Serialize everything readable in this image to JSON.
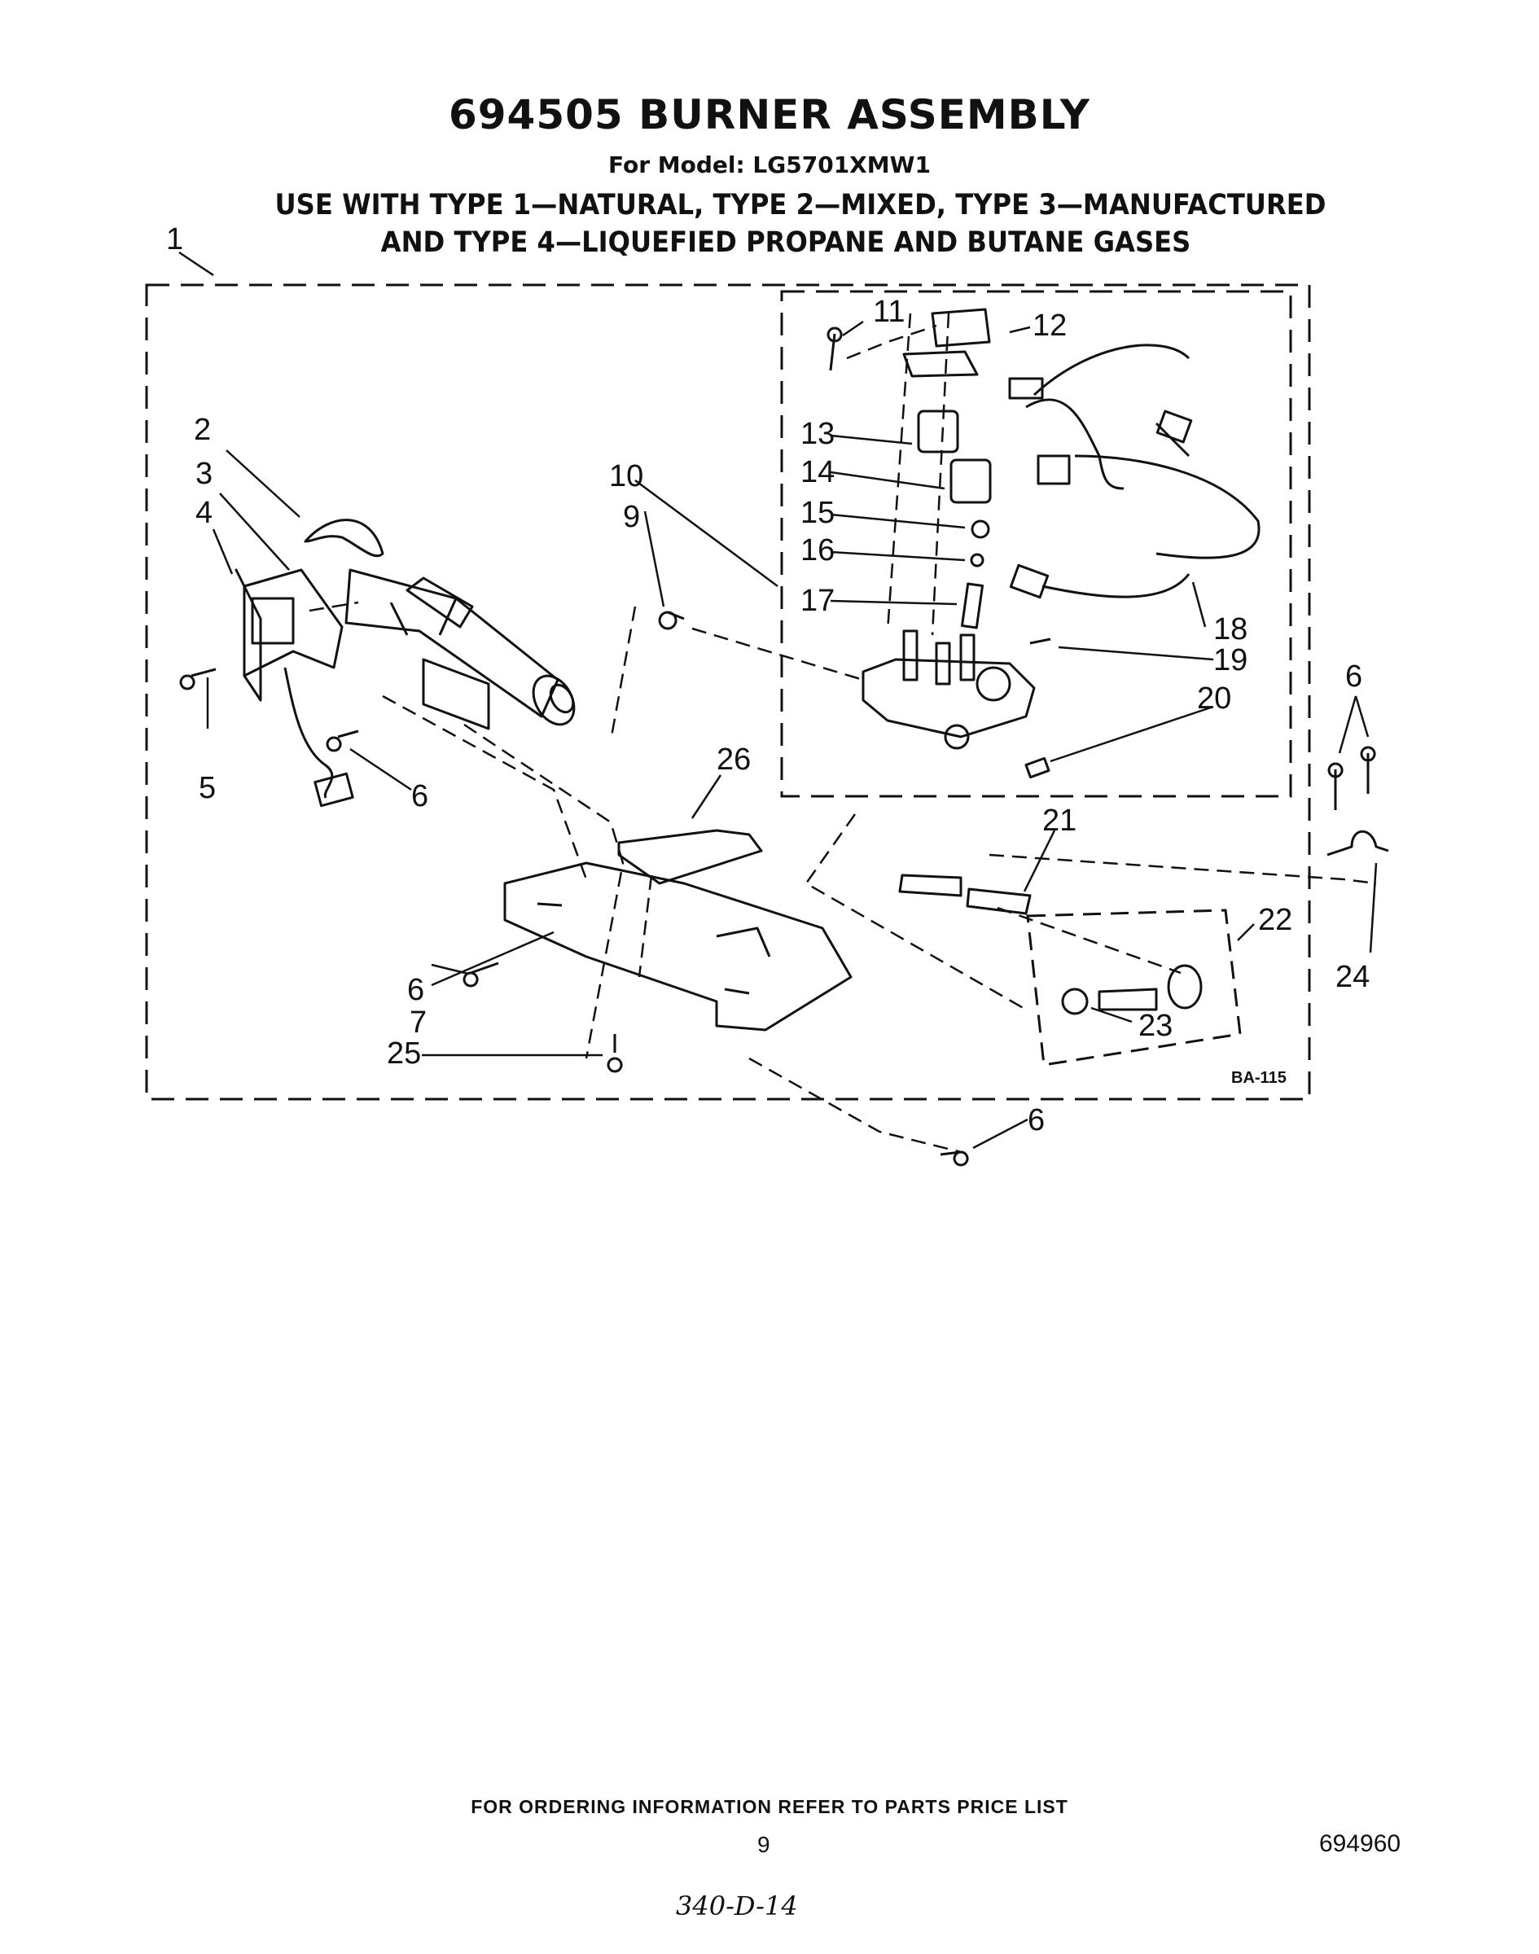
{
  "title": "694505 BURNER ASSEMBLY",
  "model_line": "For Model: LG5701XMW1",
  "usage_line_1": "USE WITH TYPE 1—NATURAL, TYPE 2—MIXED, TYPE 3—MANUFACTURED",
  "usage_line_2": "AND TYPE 4—LIQUEFIED PROPANE AND BUTANE GASES",
  "diagram": {
    "callouts": {
      "c1": "1",
      "c2": "2",
      "c3": "3",
      "c4": "4",
      "c5": "5",
      "c6a": "6",
      "c6b": "6",
      "c6c": "6",
      "c6d": "6",
      "c7": "7",
      "c9": "9",
      "c10": "10",
      "c11": "11",
      "c12": "12",
      "c13": "13",
      "c14": "14",
      "c15": "15",
      "c16": "16",
      "c17": "17",
      "c18": "18",
      "c19": "19",
      "c20": "20",
      "c21": "21",
      "c22": "22",
      "c23": "23",
      "c24": "24",
      "c25": "25",
      "c26": "26"
    },
    "figure_code": "BA-115"
  },
  "footer": "FOR ORDERING INFORMATION REFER TO PARTS PRICE LIST",
  "page_number": "9",
  "document_number": "694960",
  "handwritten_note": "340-D-14"
}
